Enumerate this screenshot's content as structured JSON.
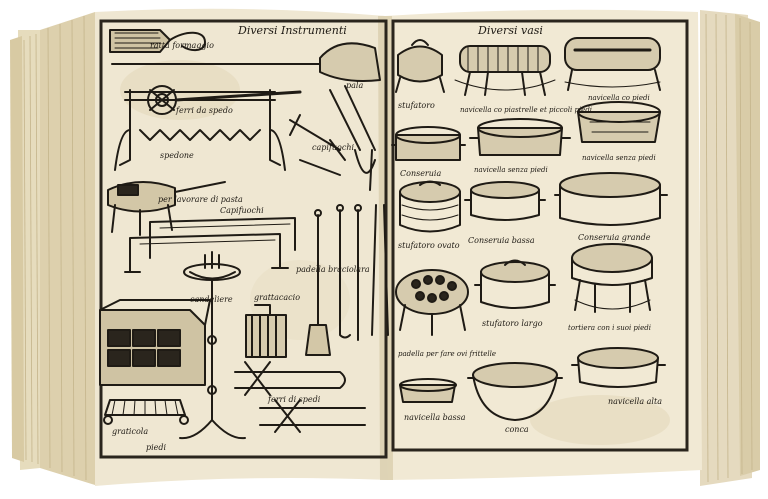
{
  "left_page": {
    "heading": "Diversi Instrumenti",
    "labels": {
      "l1": "ratta formaggio",
      "l2": "pala",
      "l3": "spedone",
      "l4": "ferri da spedo",
      "l5": "capifuochi",
      "l6": "per lavorare di pasta",
      "l7": "Capifuochi",
      "l8": "padella braciolara",
      "l9": "candeliere",
      "l10": "grattacacio",
      "l11": "ferri di spedi",
      "l12": "graticola",
      "l13": "piedi"
    }
  },
  "right_page": {
    "heading": "Diversi vasi",
    "labels": {
      "r1": "stufatoro",
      "r2": "navicella co piastrelle et piccoli piedi",
      "r3": "navicella co piedi",
      "r4": "Conseruia",
      "r5": "navicella senza piedi",
      "r6": "navicella senza piedi",
      "r7": "stufatoro ovato",
      "r8": "Conseruia bassa",
      "r9": "Conseruia grande",
      "r10": "stufatoro largo",
      "r11": "padella per fare ovi frittelle",
      "r12": "tortiera con i suoi piedi",
      "r13": "navicella bassa",
      "r14": "conca",
      "r15": "navicella alta"
    }
  }
}
